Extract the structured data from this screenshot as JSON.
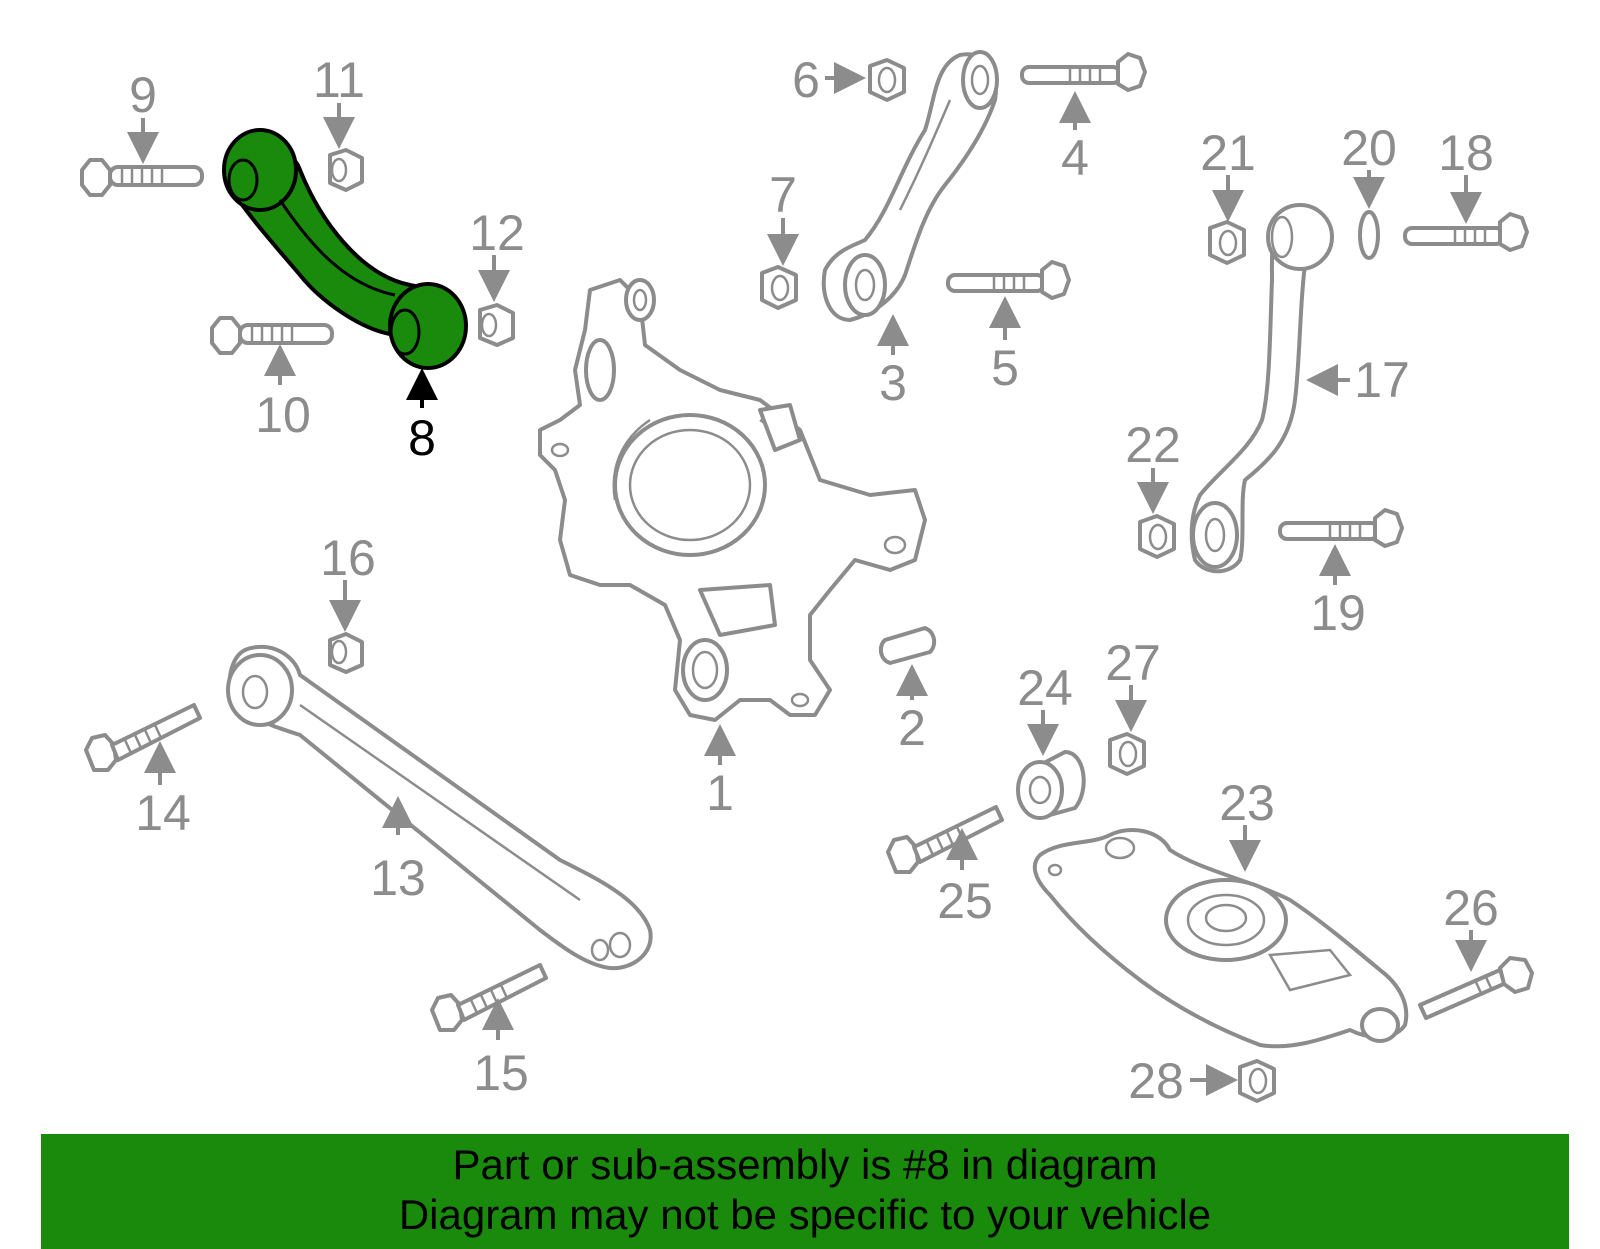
{
  "callouts": [
    {
      "id": "1",
      "label": "1"
    },
    {
      "id": "2",
      "label": "2"
    },
    {
      "id": "3",
      "label": "3"
    },
    {
      "id": "4",
      "label": "4"
    },
    {
      "id": "5",
      "label": "5"
    },
    {
      "id": "6",
      "label": "6"
    },
    {
      "id": "7",
      "label": "7"
    },
    {
      "id": "8",
      "label": "8"
    },
    {
      "id": "9",
      "label": "9"
    },
    {
      "id": "10",
      "label": "10"
    },
    {
      "id": "11",
      "label": "11"
    },
    {
      "id": "12",
      "label": "12"
    },
    {
      "id": "13",
      "label": "13"
    },
    {
      "id": "14",
      "label": "14"
    },
    {
      "id": "15",
      "label": "15"
    },
    {
      "id": "16",
      "label": "16"
    },
    {
      "id": "17",
      "label": "17"
    },
    {
      "id": "18",
      "label": "18"
    },
    {
      "id": "19",
      "label": "19"
    },
    {
      "id": "20",
      "label": "20"
    },
    {
      "id": "21",
      "label": "21"
    },
    {
      "id": "22",
      "label": "22"
    },
    {
      "id": "23",
      "label": "23"
    },
    {
      "id": "24",
      "label": "24"
    },
    {
      "id": "25",
      "label": "25"
    },
    {
      "id": "26",
      "label": "26"
    },
    {
      "id": "27",
      "label": "27"
    },
    {
      "id": "28",
      "label": "28"
    }
  ],
  "highlighted_part": "8",
  "footer": {
    "line1": "Part or sub-assembly is #8 in diagram",
    "line2": "Diagram may not be specific to your vehicle"
  },
  "colors": {
    "highlight": "#1a8a0d",
    "part_outline": "#8c8c8c",
    "callout_text": "#8c8c8c",
    "highlight_text": "#000000"
  }
}
